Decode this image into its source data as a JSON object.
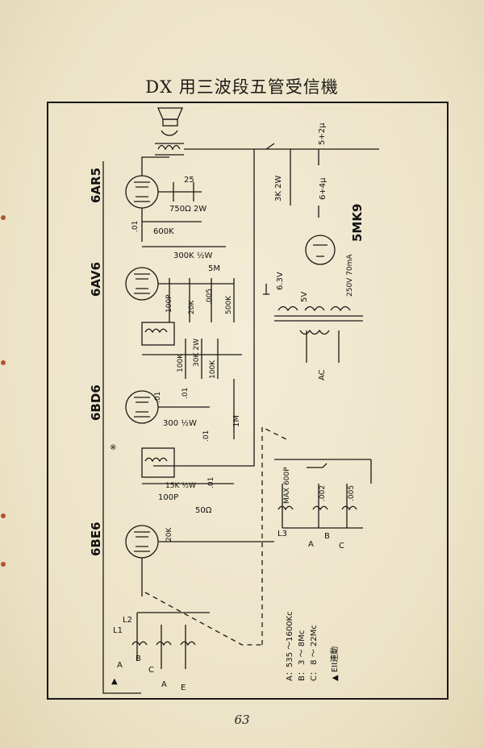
{
  "page": {
    "title": "DX 用三波段五管受信機",
    "page_number": "63"
  },
  "tubes": {
    "output": "6AR5",
    "audio": "6AV6",
    "if_amp": "6BD6",
    "converter": "6BE6",
    "rectifier": "5MK9"
  },
  "components": {
    "cathode_r": "750Ω 2W",
    "cathode_c": "25",
    "grid_r": "600K",
    "coupling_c": ".01",
    "plate_r": "300K ½W",
    "volume": "5M",
    "det_c": "100P",
    "det_r": "20K",
    "det_c2": ".005",
    "det_r2": "500K",
    "screen_r1": "100K",
    "screen_r2": "30K 2W",
    "screen_r3": "100K",
    "if_c1": ".01",
    "if_c2": ".01",
    "if_r": "300 ½W",
    "if_c3": ".01",
    "avc_r": "1M",
    "conv_r1": "15K ½W",
    "conv_c1": ".01",
    "conv_c2": "100P",
    "conv_r2": "50Ω",
    "conv_r3": "20K",
    "pad_max": "MAX 600P",
    "pad_c1": ".002",
    "pad_c2": ".005",
    "psu_r": "3K 2W",
    "filter_c1": "5+2μ",
    "filter_c2": "6+4μ",
    "transformer_hv": "250V 70mA",
    "heater_v": "6.3V",
    "rect_heater": "5V",
    "ac": "AC",
    "asterisk": "※"
  },
  "coils": {
    "l1": "L1",
    "l2": "L2",
    "l3": "L3",
    "tap_a": "A",
    "tap_b": "B",
    "tap_c": "C",
    "ant": "A",
    "earth": "E",
    "star": "▲"
  },
  "legend": {
    "line_a": "A：535 ～1600Kc",
    "line_b": "B：  3 ～ 8Mc",
    "line_c": "C：  8 ～ 22Mc",
    "gang": "▲ EII連動"
  }
}
